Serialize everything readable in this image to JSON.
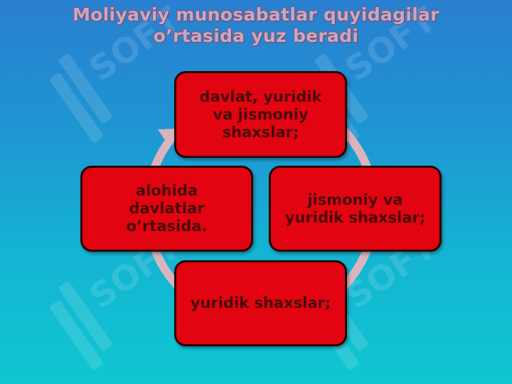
{
  "slide": {
    "title_line1": "Moliyaviy munosabatlar quyidagilar",
    "title_line2": "o’rtasida yuz beradi",
    "background_colors": [
      "#2a7fd0",
      "#0fc6d1"
    ]
  },
  "cycle": {
    "box_color": "#e20410",
    "ring_color": "#d9b4bd",
    "items": [
      {
        "label": "davlat, yuridik\nva jismoniy\nshaxslar;"
      },
      {
        "label": "jismoniy va\nyuridik shaxslar;"
      },
      {
        "label": "yuridik shaxslar;"
      },
      {
        "label": "alohida\ndavlatlar\no’rtasida."
      }
    ]
  },
  "watermark": {
    "icon": "soft-logo-watermark"
  }
}
